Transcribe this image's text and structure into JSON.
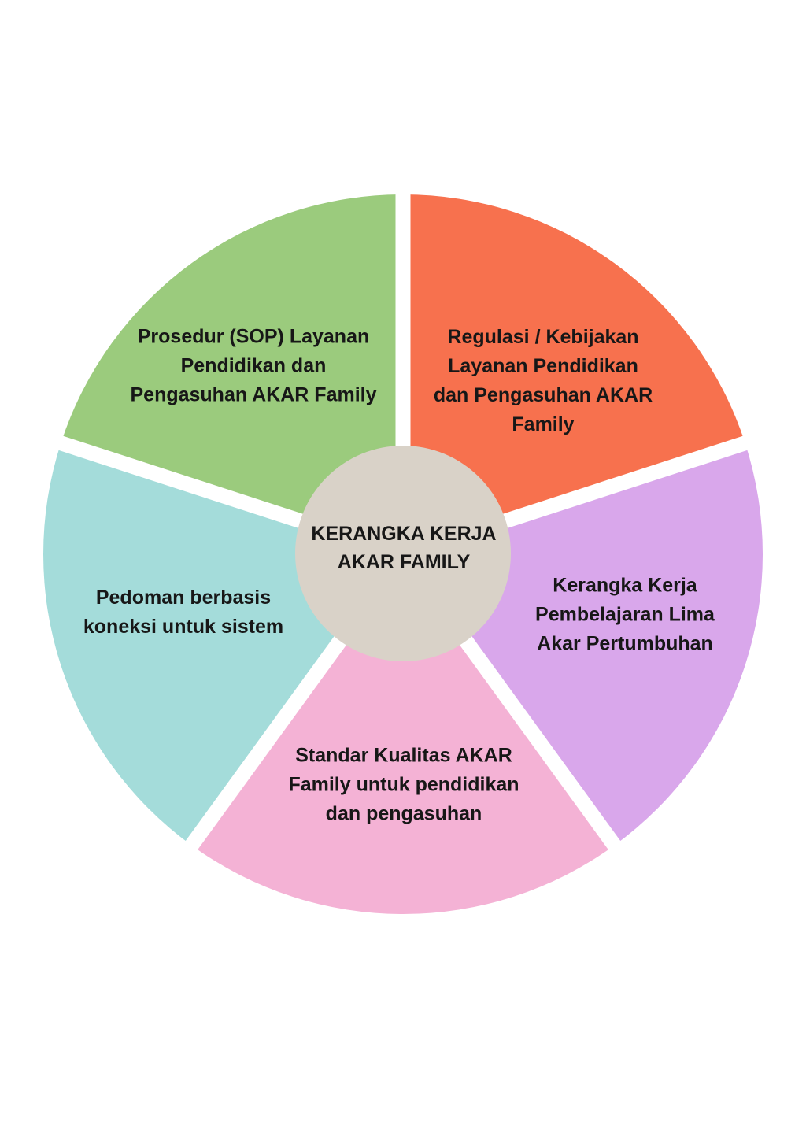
{
  "page": {
    "background_color": "#FFFFFF"
  },
  "diagram": {
    "type": "circular-framework",
    "divider_color": "#FFFFFF",
    "text_color": "#171717",
    "center": {
      "label": "KERANGKA KERJA\nAKAR FAMILY",
      "color": "#D9D2C8"
    },
    "segments": [
      {
        "id": "regulasi",
        "label": "Regulasi / Kebijakan\nLayanan Pendidikan\ndan Pengasuhan AKAR\nFamily",
        "color": "#F7714E",
        "start_angle": 0,
        "end_angle": 72,
        "position": "top-right"
      },
      {
        "id": "pembelajaran",
        "label": "Kerangka Kerja\nPembelajaran Lima\nAkar Pertumbuhan",
        "color": "#D9A7EB",
        "start_angle": 72,
        "end_angle": 144,
        "position": "right"
      },
      {
        "id": "standar",
        "label": "Standar Kualitas AKAR\nFamily untuk pendidikan\ndan pengasuhan",
        "color": "#F4B2D5",
        "start_angle": 144,
        "end_angle": 216,
        "position": "bottom"
      },
      {
        "id": "pedoman",
        "label": "Pedoman berbasis\nkoneksi untuk sistem",
        "color": "#A4DCDA",
        "start_angle": 216,
        "end_angle": 288,
        "position": "left"
      },
      {
        "id": "prosedur",
        "label": "Prosedur (SOP) Layanan\nPendidikan dan\nPengasuhan AKAR Family",
        "color": "#9BCB7D",
        "start_angle": 288,
        "end_angle": 360,
        "position": "top-left"
      }
    ]
  }
}
